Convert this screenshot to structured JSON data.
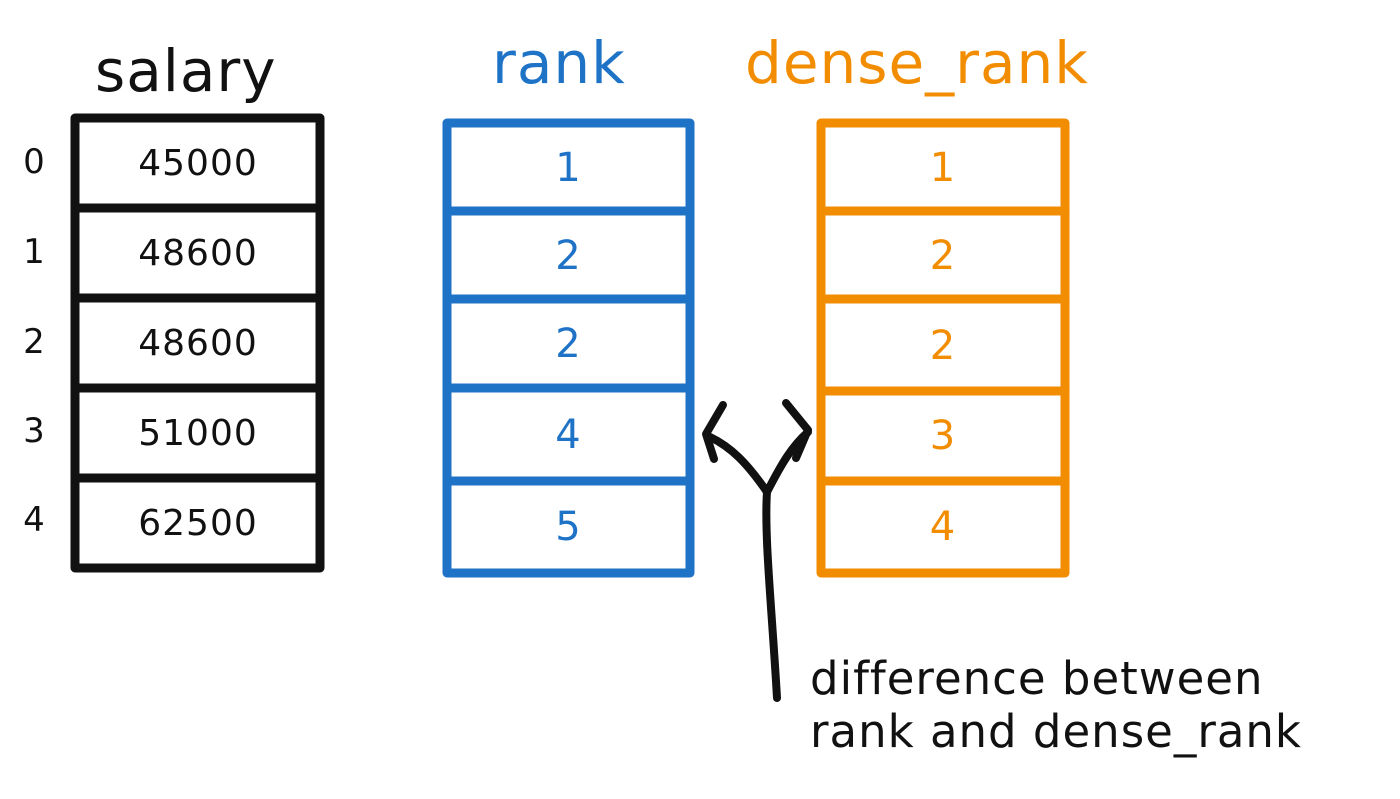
{
  "columns": {
    "salary": {
      "title": "salary",
      "color": "#111111",
      "index": [
        "0",
        "1",
        "2",
        "3",
        "4"
      ],
      "values": [
        "45000",
        "48600",
        "48600",
        "51000",
        "62500"
      ]
    },
    "rank": {
      "title": "rank",
      "color": "#1f73c7",
      "values": [
        "1",
        "2",
        "2",
        "4",
        "5"
      ]
    },
    "dense_rank": {
      "title": "dense_rank",
      "color": "#f28c00",
      "values": [
        "1",
        "2",
        "2",
        "3",
        "4"
      ]
    }
  },
  "annotation": {
    "line1": "difference between",
    "line2": "rank and dense_rank"
  }
}
